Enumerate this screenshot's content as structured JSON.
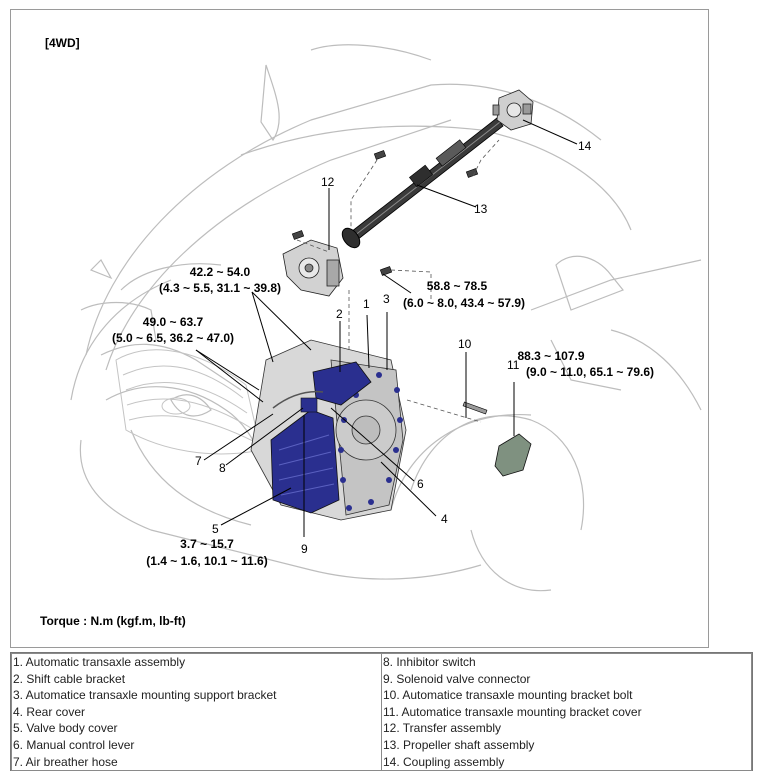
{
  "header": {
    "variant": "[4WD]"
  },
  "torque_specs": {
    "t1_line1": "42.2 ~ 54.0",
    "t1_line2": "(4.3 ~ 5.5, 31.1 ~ 39.8)",
    "t2_line1": "49.0 ~ 63.7",
    "t2_line2": "(5.0 ~ 6.5, 36.2 ~ 47.0)",
    "t3_line1": "58.8 ~ 78.5",
    "t3_line2": "(6.0 ~ 8.0, 43.4 ~ 57.9)",
    "t4_line1": "88.3 ~ 107.9",
    "t4_line2": "(9.0 ~ 11.0, 65.1 ~ 79.6)",
    "t5_line1": "3.7 ~ 15.7",
    "t5_line2": "(1.4 ~ 1.6, 10.1 ~ 11.6)"
  },
  "callouts": [
    "1",
    "2",
    "3",
    "4",
    "5",
    "6",
    "7",
    "8",
    "9",
    "10",
    "11",
    "12",
    "13",
    "14"
  ],
  "unit_note": "Torque : N.m (kgf.m, lb-ft)",
  "legend": {
    "left": [
      "1. Automatic transaxle assembly",
      "2. Shift cable bracket",
      "3. Automatice transaxle mounting support bracket",
      "4. Rear cover",
      "5. Valve body cover",
      "6. Manual control lever",
      "7. Air breather hose"
    ],
    "right": [
      "8. Inhibitor switch",
      "9. Solenoid valve connector",
      "10. Automatice transaxle mounting bracket bolt",
      "11. Automatice transaxle mounting bracket cover",
      "12. Transfer assembly",
      "13. Propeller shaft assembly",
      "14. Coupling assembly"
    ]
  },
  "colors": {
    "highlight": "#2a2f8f",
    "line": "#000000",
    "car_outline": "#b5b5b5"
  }
}
